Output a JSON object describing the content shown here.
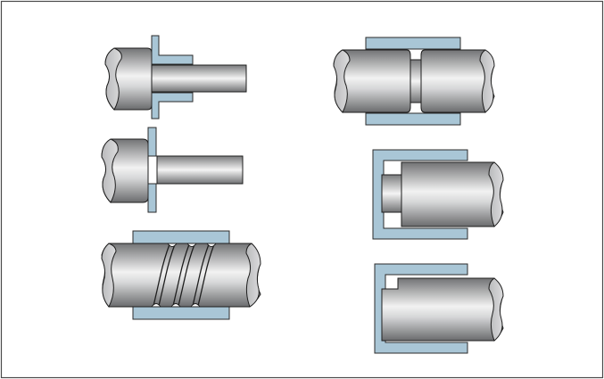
{
  "diagram": {
    "colors": {
      "frame": "#4a4a4a",
      "bushing_fill": "#a9c6d6",
      "bushing_stroke": "#2b2b2b",
      "shaft_dark": "#6f7072",
      "shaft_light": "#f0f0f0",
      "shaft_end": "#c8c9cb",
      "outline": "#1e1e1e"
    },
    "panels": [
      {
        "id": "panel-1",
        "subject": "flanged-bushing-on-stepped-shaft"
      },
      {
        "id": "panel-2",
        "subject": "thrust-washer-on-stepped-shaft"
      },
      {
        "id": "panel-3",
        "subject": "grooved-shaft-in-sleeve-bearing"
      },
      {
        "id": "panel-4",
        "subject": "necked-shaft-in-split-bearings"
      },
      {
        "id": "panel-5",
        "subject": "stepped-shaft-end-in-housing"
      },
      {
        "id": "panel-6",
        "subject": "shouldered-shaft-end-in-housing"
      }
    ]
  }
}
